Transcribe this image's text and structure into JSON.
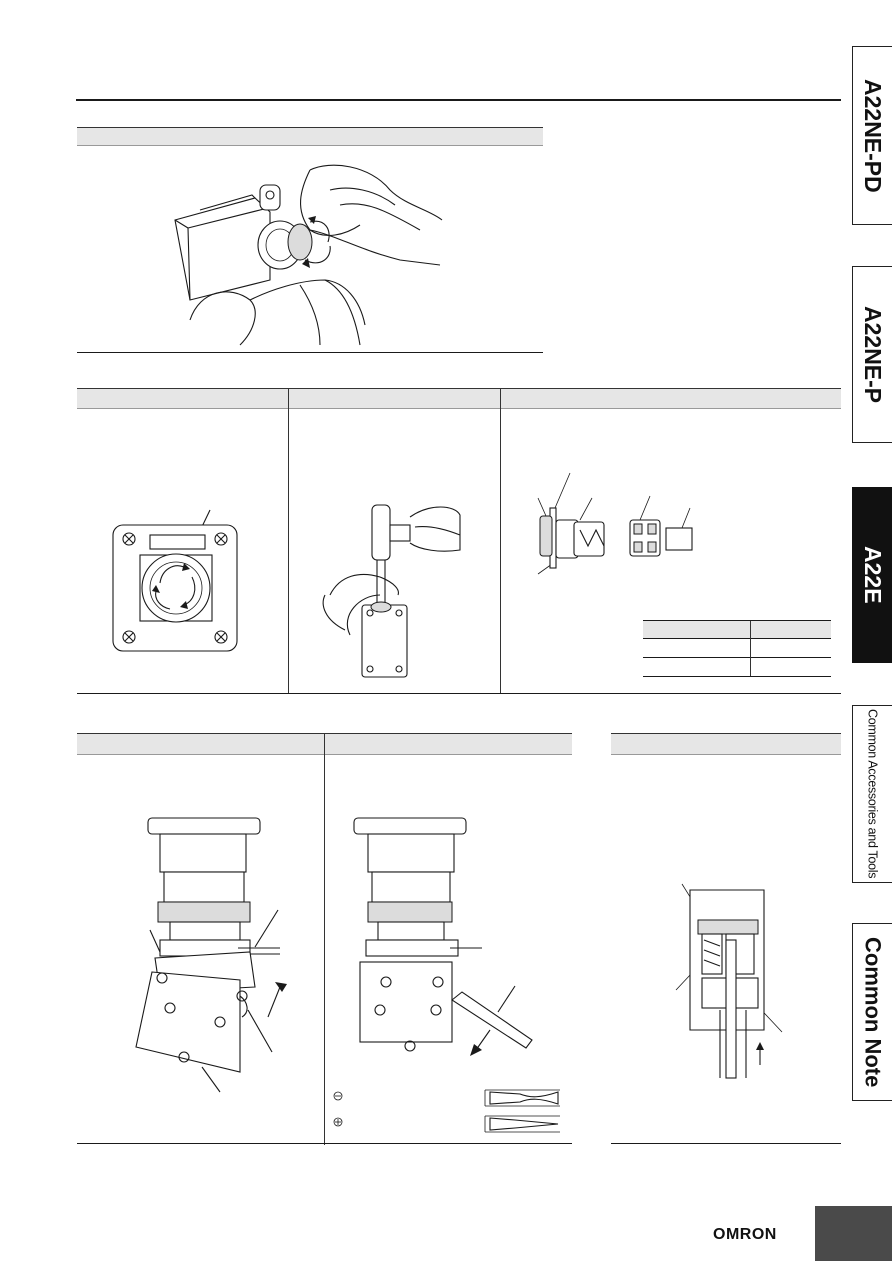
{
  "side_tabs": [
    {
      "label": "A22NE-PD",
      "active": false
    },
    {
      "label": "A22NE-P",
      "active": false
    },
    {
      "label": "A22E",
      "active": true
    },
    {
      "label": "Common Accessories and Tools",
      "active": false
    },
    {
      "label": "Common Note",
      "active": false
    }
  ],
  "footer": {
    "brand": "OMRON"
  },
  "colors": {
    "active_tab": "#111111",
    "section_bar": "#e6e6e6",
    "page_box": "#4a4a4a"
  }
}
